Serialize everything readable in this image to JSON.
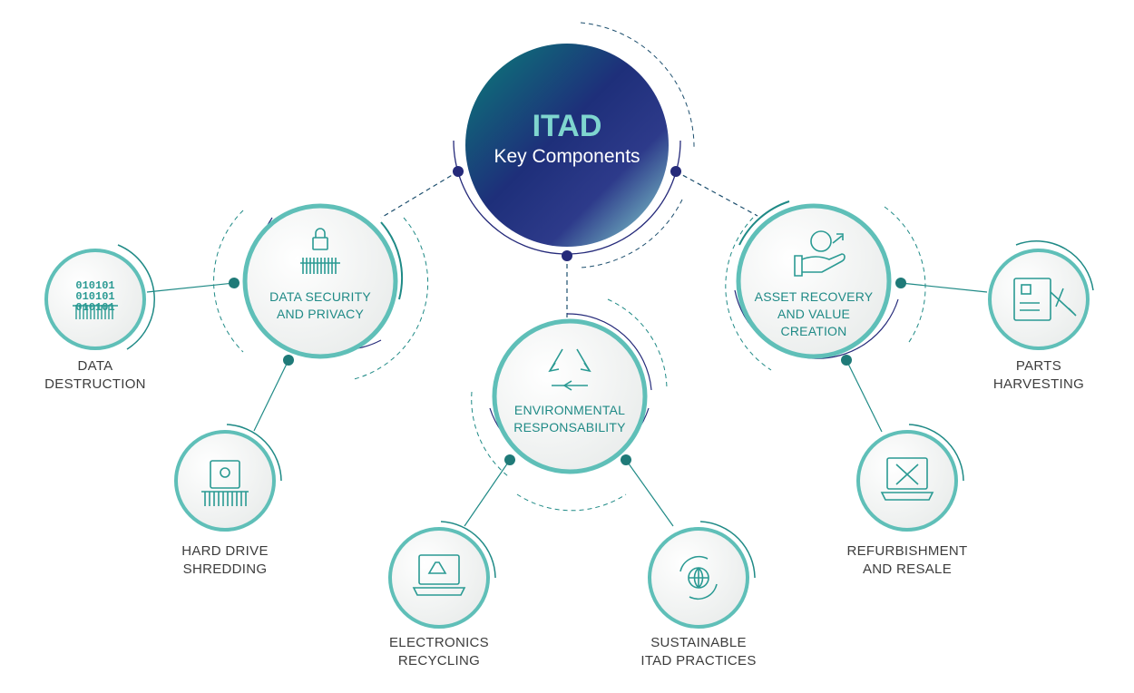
{
  "center": {
    "title": "ITAD",
    "subtitle": "Key Components"
  },
  "main_nodes": [
    {
      "id": "data-security",
      "label_lines": [
        "DATA SECURITY",
        "AND PRIVACY"
      ],
      "icon": "lock-binary-icon"
    },
    {
      "id": "environmental",
      "label_lines": [
        "ENVIRONMENTAL",
        "RESPONSABILITY"
      ],
      "icon": "recycle-icon"
    },
    {
      "id": "asset-recovery",
      "label_lines": [
        "ASSET RECOVERY",
        "AND VALUE",
        "CREATION"
      ],
      "icon": "hand-dollar-icon"
    }
  ],
  "sub_nodes": [
    {
      "id": "data-destruction",
      "label_lines": [
        "DATA",
        "DESTRUCTION"
      ],
      "icon": "binary-shred-icon",
      "icon_text": [
        "010101",
        "010101",
        "010101"
      ]
    },
    {
      "id": "hard-drive-shredding",
      "label_lines": [
        "HARD DRIVE",
        "SHREDDING"
      ],
      "icon": "hard-drive-shred-icon"
    },
    {
      "id": "electronics-recycling",
      "label_lines": [
        "ELECTRONICS",
        "RECYCLING"
      ],
      "icon": "laptop-recycle-icon"
    },
    {
      "id": "sustainable-itad",
      "label_lines": [
        "SUSTAINABLE",
        "ITAD PRACTICES"
      ],
      "icon": "globe-cycle-icon"
    },
    {
      "id": "refurbishment",
      "label_lines": [
        "REFURBISHMENT",
        "AND RESALE"
      ],
      "icon": "laptop-tools-icon"
    },
    {
      "id": "parts-harvesting",
      "label_lines": [
        "PARTS",
        "HARVESTING"
      ],
      "icon": "board-pliers-icon"
    }
  ],
  "colors": {
    "teal": "#1f8a86",
    "light_teal": "#5fbfb8",
    "navy": "#252a7a",
    "text": "#3c3c3c"
  }
}
